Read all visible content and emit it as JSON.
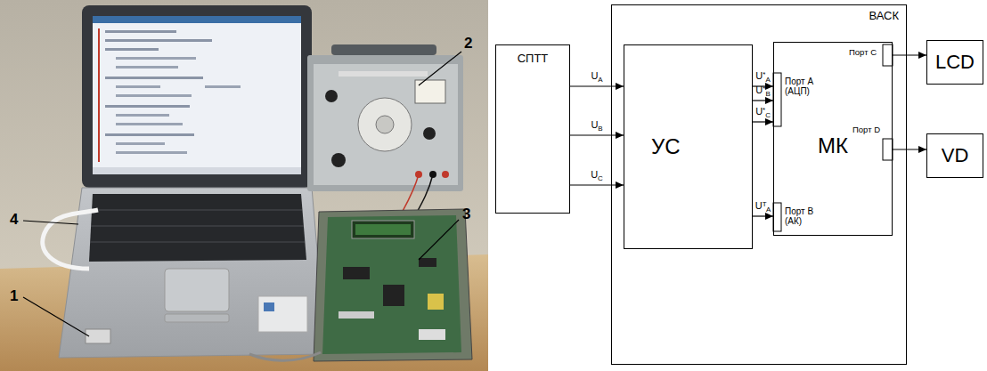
{
  "diagram": {
    "nodes": [
      {
        "text": [
          "СПТТ"
        ]
      },
      {
        "text": [
          "ВАСК"
        ]
      },
      {
        "text": [
          "УС"
        ],
        "in": 1
      },
      {
        "text": [
          "МК"
        ],
        "in": 1
      },
      {
        "text": [
          "LCD"
        ]
      },
      {
        "text": [
          "VD"
        ]
      }
    ],
    "edges": [
      {
        "from": 0,
        "to": 2,
        "label": "UA",
        "arrow": "to"
      },
      {
        "from": 0,
        "to": 2,
        "label": "UB",
        "arrow": "to"
      },
      {
        "from": 0,
        "to": 2,
        "label": "UC",
        "arrow": "to"
      },
      {
        "from": 2,
        "to": 3,
        "label": "U*A",
        "arrow": "to"
      },
      {
        "from": 2,
        "to": 3,
        "label": "U*B",
        "arrow": "to"
      },
      {
        "from": 2,
        "to": 3,
        "label": "U*C",
        "arrow": "to"
      },
      {
        "from": 2,
        "to": 3,
        "label": "UTA",
        "arrow": "to"
      },
      {
        "from": 3,
        "to": 4,
        "arrow": "to"
      },
      {
        "from": 3,
        "to": 5,
        "arrow": "to"
      }
    ],
    "labels": [
      "1",
      "2",
      "3",
      "4",
      "Порт А (АЦП)",
      "Порт С",
      "Порт В (АК)",
      "Порт D"
    ]
  }
}
